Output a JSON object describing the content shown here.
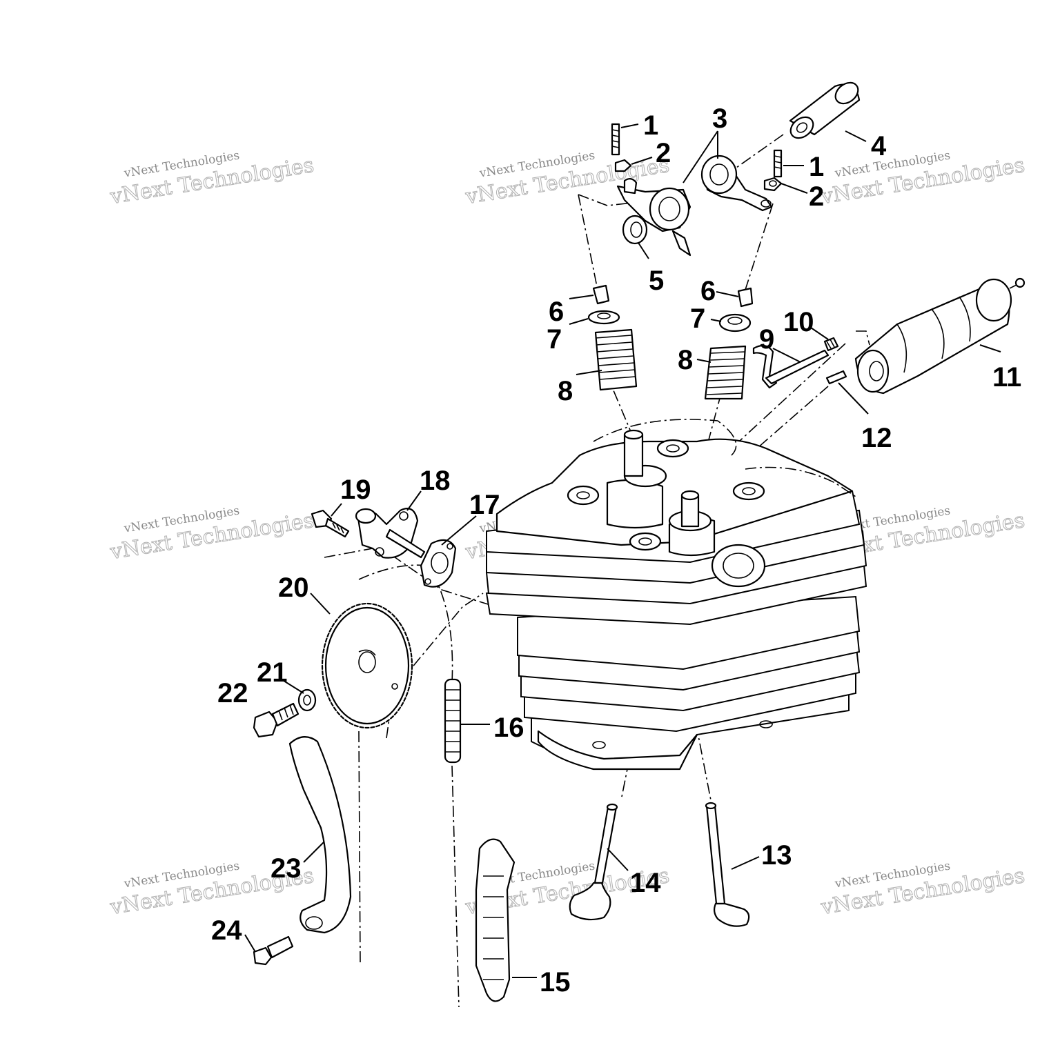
{
  "watermark": {
    "small_text": "vNext Technologies",
    "big_text": "vNext Technologies"
  },
  "callouts": [
    "1",
    "2",
    "3",
    "4",
    "1",
    "2",
    "5",
    "6",
    "7",
    "8",
    "6",
    "7",
    "8",
    "9",
    "10",
    "11",
    "12",
    "18",
    "19",
    "17",
    "20",
    "21",
    "22",
    "16",
    "23",
    "24",
    "15",
    "14",
    "13"
  ]
}
